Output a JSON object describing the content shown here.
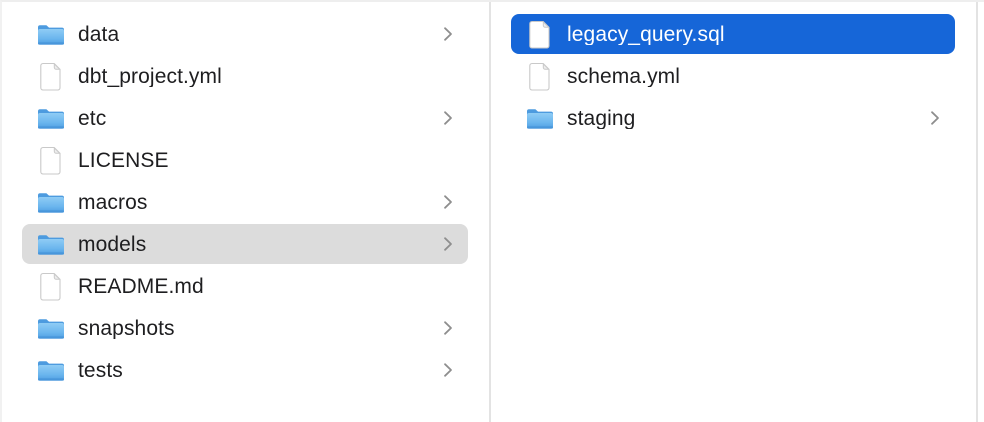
{
  "app": "finder-column-view",
  "colors": {
    "selection_active": "#1666d8",
    "selection_inactive": "#dcdcdc",
    "text": "#1e1e20",
    "text_selected": "#ffffff",
    "divider": "#e3e3e3",
    "chevron": "#8e8e8e",
    "folder_tab": "#4d9bdf",
    "folder_top": "#8fccf5",
    "folder_mid": "#6cb6ee",
    "folder_bottom": "#4e9ee2",
    "doc_border": "#c9c9c9",
    "doc_fold": "#ededed"
  },
  "columns": [
    {
      "name": "left",
      "items": [
        {
          "label": "data",
          "type": "folder",
          "chevron": true,
          "selected": "none"
        },
        {
          "label": "dbt_project.yml",
          "type": "file",
          "chevron": false,
          "selected": "none"
        },
        {
          "label": "etc",
          "type": "folder",
          "chevron": true,
          "selected": "none"
        },
        {
          "label": "LICENSE",
          "type": "file",
          "chevron": false,
          "selected": "none"
        },
        {
          "label": "macros",
          "type": "folder",
          "chevron": true,
          "selected": "none"
        },
        {
          "label": "models",
          "type": "folder",
          "chevron": true,
          "selected": "inactive"
        },
        {
          "label": "README.md",
          "type": "file",
          "chevron": false,
          "selected": "none"
        },
        {
          "label": "snapshots",
          "type": "folder",
          "chevron": true,
          "selected": "none"
        },
        {
          "label": "tests",
          "type": "folder",
          "chevron": true,
          "selected": "none"
        }
      ]
    },
    {
      "name": "right",
      "items": [
        {
          "label": "legacy_query.sql",
          "type": "file",
          "chevron": false,
          "selected": "active"
        },
        {
          "label": "schema.yml",
          "type": "file",
          "chevron": false,
          "selected": "none"
        },
        {
          "label": "staging",
          "type": "folder",
          "chevron": true,
          "selected": "none"
        }
      ]
    }
  ]
}
